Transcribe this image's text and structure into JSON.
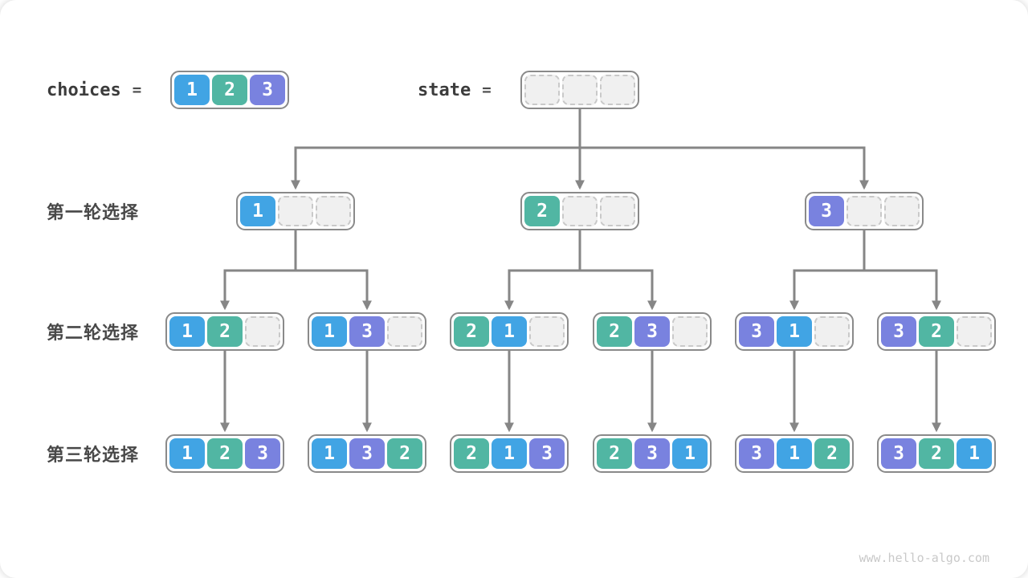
{
  "colors": {
    "1": "#41a4e4",
    "2": "#51b6a3",
    "3": "#7982df",
    "arrow": "#868686",
    "node_border": "#8a8a8a",
    "empty_fill": "#f0f0f0",
    "empty_border": "#c9c9c9",
    "label_text": "#3c3c3c"
  },
  "header": {
    "choices_label": "choices",
    "choices_eq": "=",
    "choices_cells": [
      "1",
      "2",
      "3"
    ],
    "state_label": "state",
    "state_eq": "=",
    "state_cells": [
      "",
      "",
      ""
    ]
  },
  "tree": {
    "rows": [
      {
        "label": "第一轮选择",
        "nodes": [
          [
            "1",
            "",
            ""
          ],
          [
            "2",
            "",
            ""
          ],
          [
            "3",
            "",
            ""
          ]
        ]
      },
      {
        "label": "第二轮选择",
        "nodes": [
          [
            "1",
            "2",
            ""
          ],
          [
            "1",
            "3",
            ""
          ],
          [
            "2",
            "1",
            ""
          ],
          [
            "2",
            "3",
            ""
          ],
          [
            "3",
            "1",
            ""
          ],
          [
            "3",
            "2",
            ""
          ]
        ]
      },
      {
        "label": "第三轮选择",
        "nodes": [
          [
            "1",
            "2",
            "3"
          ],
          [
            "1",
            "3",
            "2"
          ],
          [
            "2",
            "1",
            "3"
          ],
          [
            "2",
            "3",
            "1"
          ],
          [
            "3",
            "1",
            "2"
          ],
          [
            "3",
            "2",
            "1"
          ]
        ]
      }
    ]
  },
  "footer": {
    "watermark": "www.hello-algo.com"
  }
}
